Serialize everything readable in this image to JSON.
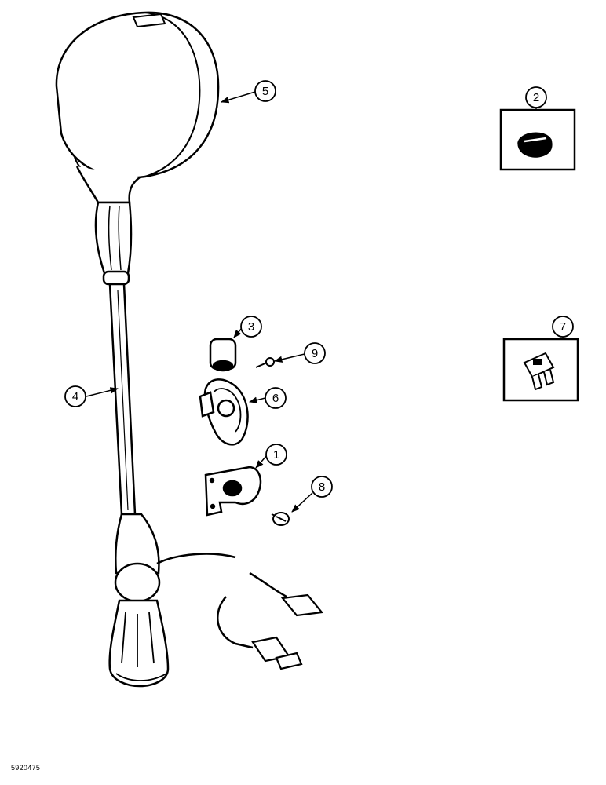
{
  "figure": {
    "id": "5920475",
    "callouts": [
      {
        "part": "1",
        "label": "1"
      },
      {
        "part": "2",
        "label": "2"
      },
      {
        "part": "3",
        "label": "3"
      },
      {
        "part": "4",
        "label": "4"
      },
      {
        "part": "5",
        "label": "5"
      },
      {
        "part": "6",
        "label": "6"
      },
      {
        "part": "7",
        "label": "7"
      },
      {
        "part": "8",
        "label": "8"
      },
      {
        "part": "9",
        "label": "9"
      }
    ]
  }
}
